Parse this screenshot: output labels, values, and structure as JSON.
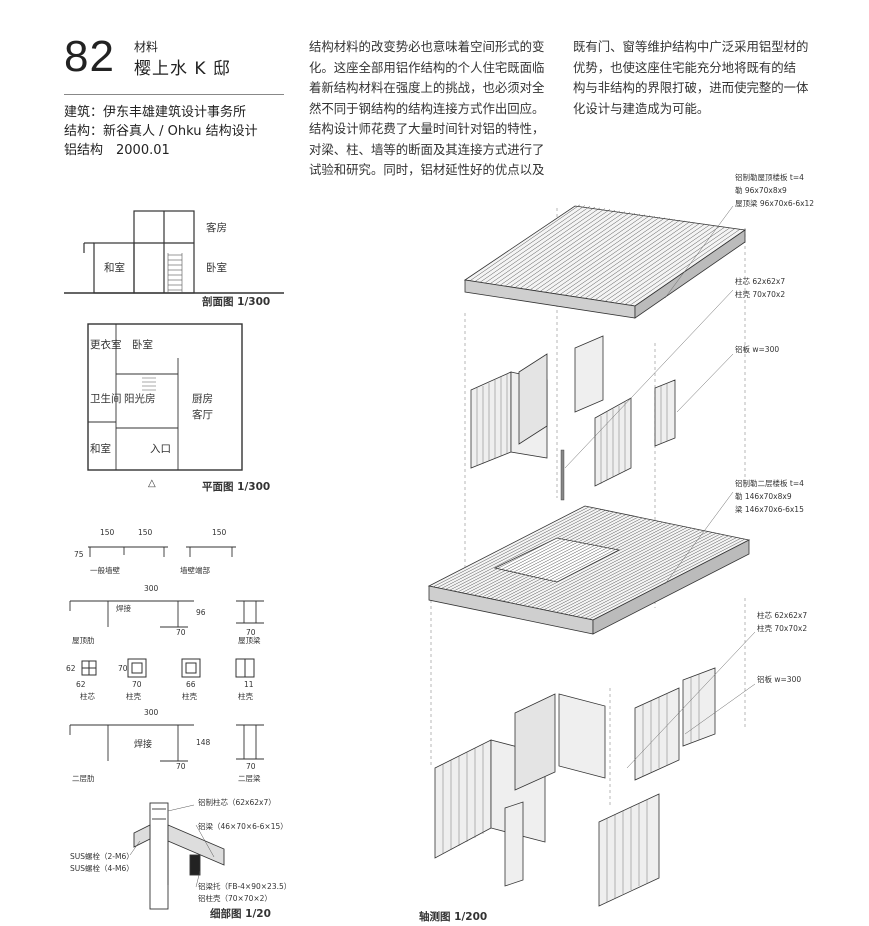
{
  "header": {
    "number": "82",
    "category": "材料",
    "title": "樱上水 K 邸"
  },
  "credits": [
    "建筑：伊东丰雄建筑设计事务所",
    "结构：新谷真人 / Ohku 结构设计",
    "铝结构　2000.01"
  ],
  "body_text": {
    "col1": [
      "结构材料的改变势必也意味着空间形式的变",
      "化。这座全部用铝作结构的个人住宅既面临",
      "着新结构材料在强度上的挑战，也必须对全",
      "然不同于钢结构的结构连接方式作出回应。",
      "结构设计师花费了大量时间针对铝的特性，",
      "对梁、柱、墙等的断面及其连接方式进行了",
      "试验和研究。同时，铝材延性好的优点以及"
    ],
    "col2": [
      "既有门、窗等维护结构中广泛采用铝型材的",
      "优势，也使这座住宅能充分地将既有的结",
      "构与非结构的界限打破，进而使完整的一体",
      "化设计与建造成为可能。"
    ]
  },
  "section": {
    "caption": "剖面图 1/300",
    "rooms": [
      "客房",
      "和室",
      "卧室"
    ]
  },
  "plan": {
    "caption": "平面图 1/300",
    "rooms": [
      "更衣室",
      "卧室",
      "卫生间",
      "阳光房",
      "厨房",
      "客厅",
      "和室",
      "入口"
    ]
  },
  "details": {
    "labels": {
      "wall_general": "一般墙壁",
      "wall_end": "墙壁端部",
      "roof_rib": "屋顶肋",
      "roof_beam": "屋顶梁",
      "col_core": "柱芯",
      "col_shell1": "柱壳",
      "col_shell2": "柱壳",
      "col_shell3": "柱壳",
      "weld": "焊接",
      "floor2_rib": "二层肋",
      "floor2_beam": "二层梁",
      "weld_small": "焊接"
    },
    "dims": [
      "150",
      "150",
      "150",
      "75",
      "300",
      "70",
      "70",
      "62",
      "62",
      "70",
      "70",
      "66",
      "11",
      "300",
      "70",
      "70",
      "148",
      "96"
    ],
    "connection": {
      "core": "铝制柱芯（62x62x7）",
      "beam": "铝梁（46×70×6-6×15）",
      "bolt1": "SUS螺栓（2-M6）",
      "bolt2": "SUS螺栓（4-M6）",
      "bracket": "铝梁托（FB-4×90×23.5）",
      "shell": "铝柱壳（70×70×2）"
    },
    "caption": "细部图 1/20"
  },
  "axon": {
    "caption": "轴测图 1/200",
    "roof_note": [
      "铝制勒屋顶楼板 t=4",
      "勒 96x70x8x9",
      "屋顶梁 96x70x6-6x12"
    ],
    "upper_col": [
      "柱芯 62x62x7",
      "柱壳 70x70x2"
    ],
    "upper_panel": "铝板 w=300",
    "floor2_note": [
      "铝制勒二层楼板 t=4",
      "勒 146x70x8x9",
      "梁 146x70x6-6x15"
    ],
    "lower_col": [
      "柱芯 62x62x7",
      "柱壳 70x70x2"
    ],
    "lower_panel": "铝板 w=300"
  }
}
